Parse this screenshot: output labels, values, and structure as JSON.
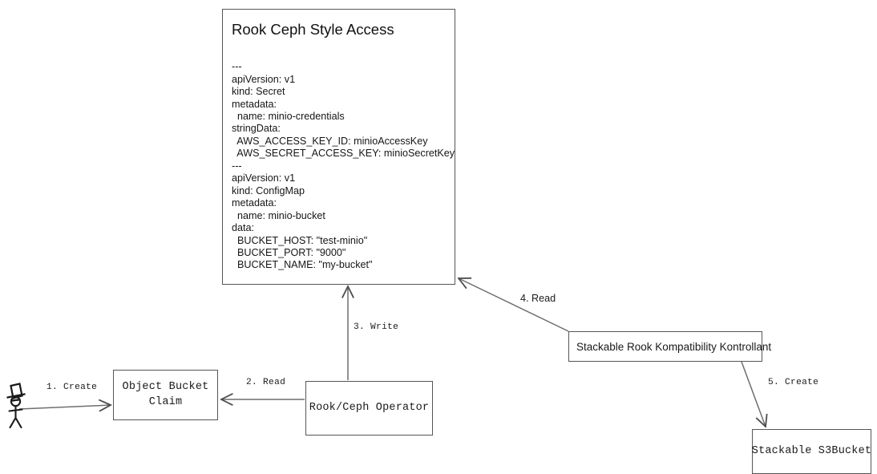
{
  "diagram": {
    "title_box": {
      "title": "Rook Ceph Style Access",
      "yaml": "---\napiVersion: v1\nkind: Secret\nmetadata:\n  name: minio-credentials\nstringData:\n  AWS_ACCESS_KEY_ID: minioAccessKey\n  AWS_SECRET_ACCESS_KEY: minioSecretKey\n---\napiVersion: v1\nkind: ConfigMap\nmetadata:\n  name: minio-bucket\ndata:\n  BUCKET_HOST: \"test-minio\"\n  BUCKET_PORT: \"9000\"\n  BUCKET_NAME: \"my-bucket\""
    },
    "nodes": {
      "actor": "user-stick-figure",
      "object_bucket_claim": "Object Bucket\nClaim",
      "rook_ceph_operator": "Rook/Ceph Operator",
      "kontrollant": "Stackable Rook Kompatibility Kontrollant",
      "s3bucket": "Stackable S3Bucket"
    },
    "edges": {
      "create_claim": "1. Create",
      "read_claim": "2. Read",
      "write_access": "3. Write",
      "read_access": "4. Read",
      "create_s3bucket": "5. Create"
    },
    "colors": {
      "stroke": "#565656",
      "arrow": "#4d4d4d",
      "text": "#1a1a1a",
      "background": "#ffffff"
    }
  }
}
